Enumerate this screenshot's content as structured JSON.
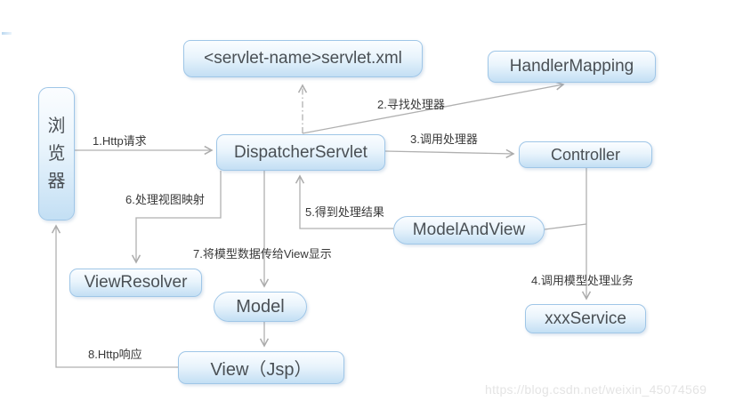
{
  "diagram": {
    "title_context": "Spring MVC request flow",
    "nodes": {
      "browser": {
        "label": "浏览器"
      },
      "servlet_xml": {
        "label": "<servlet-name>servlet.xml"
      },
      "handler_mapping": {
        "label": "HandlerMapping"
      },
      "dispatcher_servlet": {
        "label": "DispatcherServlet"
      },
      "controller": {
        "label": "Controller"
      },
      "model_and_view": {
        "label": "ModelAndView"
      },
      "view_resolver": {
        "label": "ViewResolver"
      },
      "model": {
        "label": "Model"
      },
      "xxx_service": {
        "label": "xxxService"
      },
      "view_jsp": {
        "label": "View（Jsp）"
      }
    },
    "edges": {
      "http_request": {
        "label": "1.Http请求"
      },
      "find_handler": {
        "label": "2.寻找处理器"
      },
      "invoke_handler": {
        "label": "3.调用处理器"
      },
      "invoke_service": {
        "label": "4.调用模型处理业务"
      },
      "return_result": {
        "label": "5.得到处理结果"
      },
      "resolve_view": {
        "label": "6.处理视图映射"
      },
      "pass_model_to_view": {
        "label": "7.将模型数据传给View显示"
      },
      "http_response": {
        "label": "8.Http响应"
      }
    },
    "watermark": "https://blog.csdn.net/weixin_45074569",
    "colors": {
      "node_fill_top": "#fbfdff",
      "node_fill_bottom": "#c3dff4",
      "node_border": "#9fc6e7",
      "node_text": "#4a5055",
      "connector": "#b0b0b0",
      "label_text": "#383838",
      "watermark_text": "#e4e4e4",
      "background": "#ffffff"
    }
  }
}
